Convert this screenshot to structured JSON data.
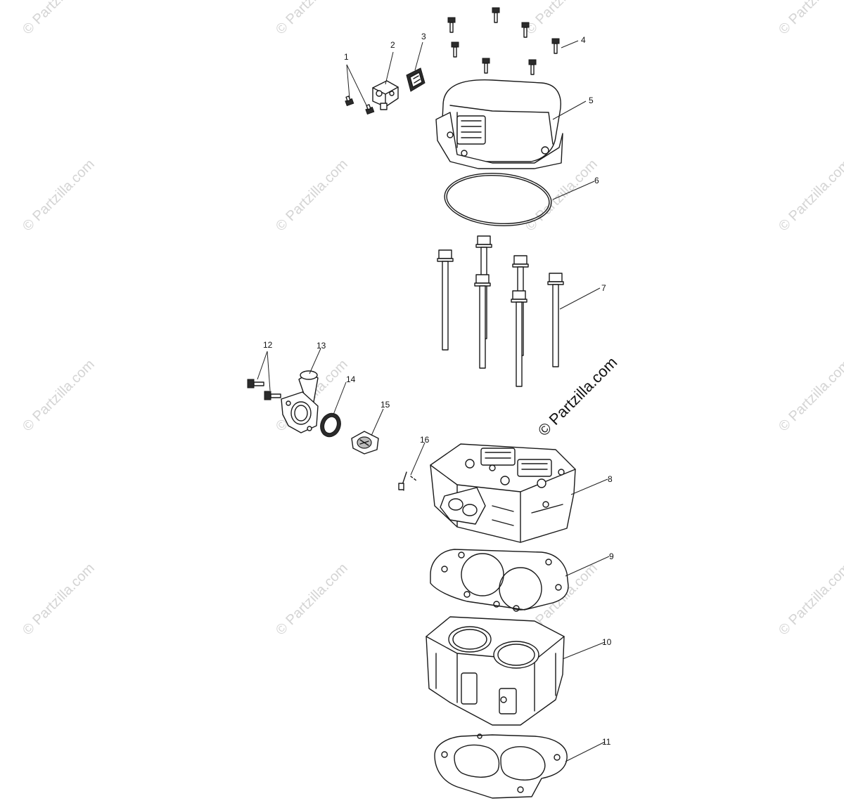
{
  "watermark": {
    "text": "© Partzilla.com",
    "color": "#d4d4d4"
  },
  "credit": {
    "text": "© Partzilla.com"
  },
  "callouts": [
    {
      "id": "1",
      "label": "1"
    },
    {
      "id": "2",
      "label": "2"
    },
    {
      "id": "3",
      "label": "3"
    },
    {
      "id": "4",
      "label": "4"
    },
    {
      "id": "5",
      "label": "5"
    },
    {
      "id": "6",
      "label": "6"
    },
    {
      "id": "7",
      "label": "7"
    },
    {
      "id": "8",
      "label": "8"
    },
    {
      "id": "9",
      "label": "9"
    },
    {
      "id": "10",
      "label": "10"
    },
    {
      "id": "11",
      "label": "11"
    },
    {
      "id": "12",
      "label": "12"
    },
    {
      "id": "13",
      "label": "13"
    },
    {
      "id": "14",
      "label": "14"
    },
    {
      "id": "15",
      "label": "15"
    },
    {
      "id": "16",
      "label": "16"
    }
  ],
  "colors": {
    "line": "#1a1a1a",
    "background": "#ffffff"
  }
}
